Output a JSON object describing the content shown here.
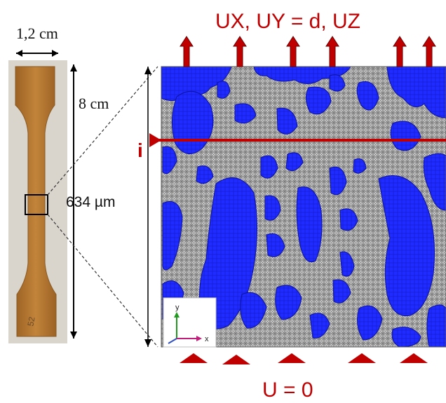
{
  "specimen": {
    "width_label": "1,2 cm",
    "length_label": "8 cm",
    "written_mark": "52"
  },
  "mesh": {
    "region_label": "634 µm",
    "line_label": "i",
    "top_bc_label": "UX, UY = d, UZ",
    "bottom_bc_label": "U = 0",
    "axis_y_label": "y",
    "axis_x_label": "x"
  },
  "colors": {
    "boundary_red": "#c00000",
    "inclusion_blue": "#1f2bff",
    "mesh_gray": "#8c8c8c",
    "specimen_brown": "#b6782e"
  }
}
